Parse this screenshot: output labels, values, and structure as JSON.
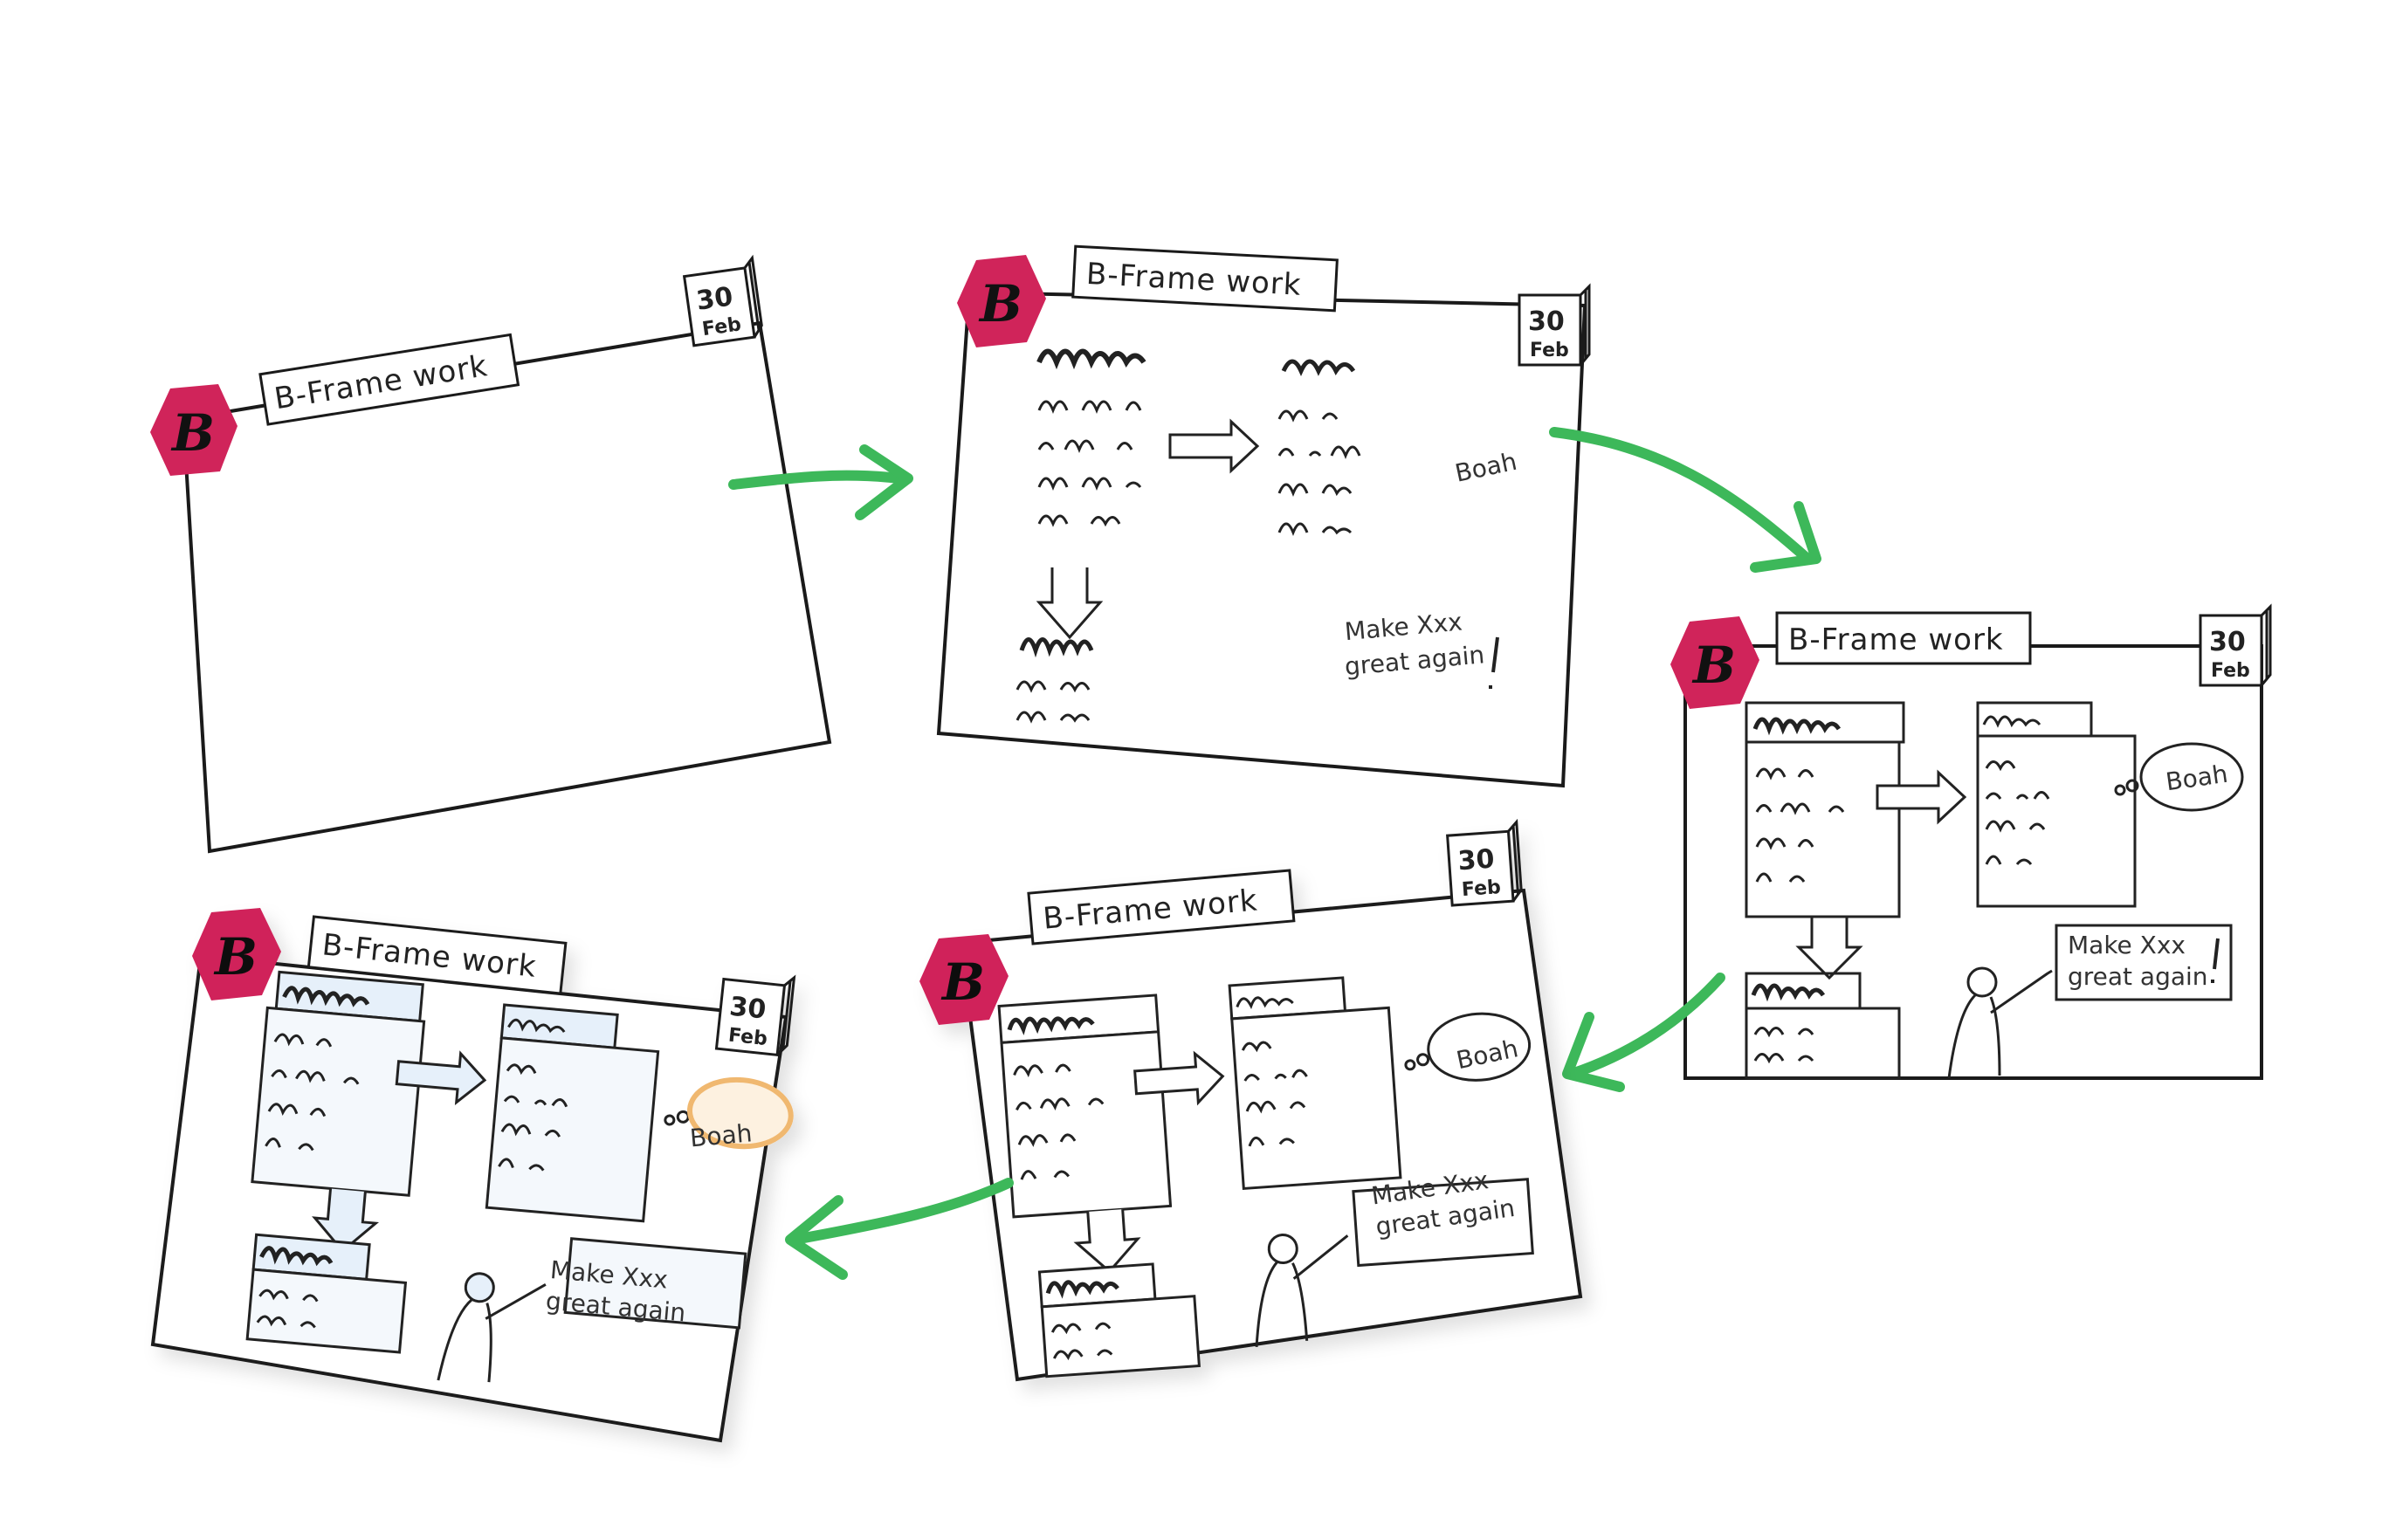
{
  "frames": [
    {
      "title": "B-Frame work",
      "day": "30",
      "month": "Feb",
      "logo": "B"
    },
    {
      "title": "B-Frame work",
      "day": "30",
      "month": "Feb",
      "logo": "B",
      "note": "Boah",
      "slogan_line1": "Make Xxx",
      "slogan_line2": "great again"
    },
    {
      "title": "B-Frame work",
      "day": "30",
      "month": "Feb",
      "logo": "B",
      "note": "Boah",
      "slogan_line1": "Make Xxx",
      "slogan_line2": "great again"
    },
    {
      "title": "B-Frame work",
      "day": "30",
      "month": "Feb",
      "logo": "B",
      "note": "Boah",
      "slogan_line1": "Make Xxx",
      "slogan_line2": "great again"
    },
    {
      "title": "B-Frame work",
      "day": "30",
      "month": "Feb",
      "logo": "B",
      "note": "Boah",
      "slogan_line1": "Make Xxx",
      "slogan_line2": "great again"
    }
  ],
  "colors": {
    "arrow": "#3db85a",
    "logo": "#d0245a",
    "line": "#1a1a1a",
    "blue_fill": "#e6f0fa",
    "orange": "#f0b870"
  }
}
